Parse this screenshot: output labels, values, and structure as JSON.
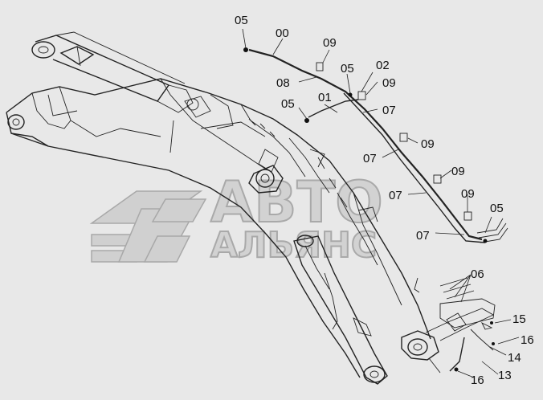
{
  "watermark": {
    "line1": "АВТО",
    "line2": "АЛЬЯНС"
  },
  "callouts": [
    {
      "id": "c-05-a",
      "text": "05"
    },
    {
      "id": "c-00",
      "text": "00"
    },
    {
      "id": "c-09-a",
      "text": "09"
    },
    {
      "id": "c-05-b",
      "text": "05"
    },
    {
      "id": "c-02",
      "text": "02"
    },
    {
      "id": "c-08",
      "text": "08"
    },
    {
      "id": "c-09-b",
      "text": "09"
    },
    {
      "id": "c-01",
      "text": "01"
    },
    {
      "id": "c-05-c",
      "text": "05"
    },
    {
      "id": "c-07-a",
      "text": "07"
    },
    {
      "id": "c-09-c",
      "text": "09"
    },
    {
      "id": "c-07-b",
      "text": "07"
    },
    {
      "id": "c-09-d",
      "text": "09"
    },
    {
      "id": "c-07-c",
      "text": "07"
    },
    {
      "id": "c-09-e",
      "text": "09"
    },
    {
      "id": "c-05-d",
      "text": "05"
    },
    {
      "id": "c-07-d",
      "text": "07"
    },
    {
      "id": "c-06",
      "text": "06"
    },
    {
      "id": "c-15",
      "text": "15"
    },
    {
      "id": "c-16-a",
      "text": "16"
    },
    {
      "id": "c-14",
      "text": "14"
    },
    {
      "id": "c-16-b",
      "text": "16"
    },
    {
      "id": "c-13",
      "text": "13"
    }
  ]
}
